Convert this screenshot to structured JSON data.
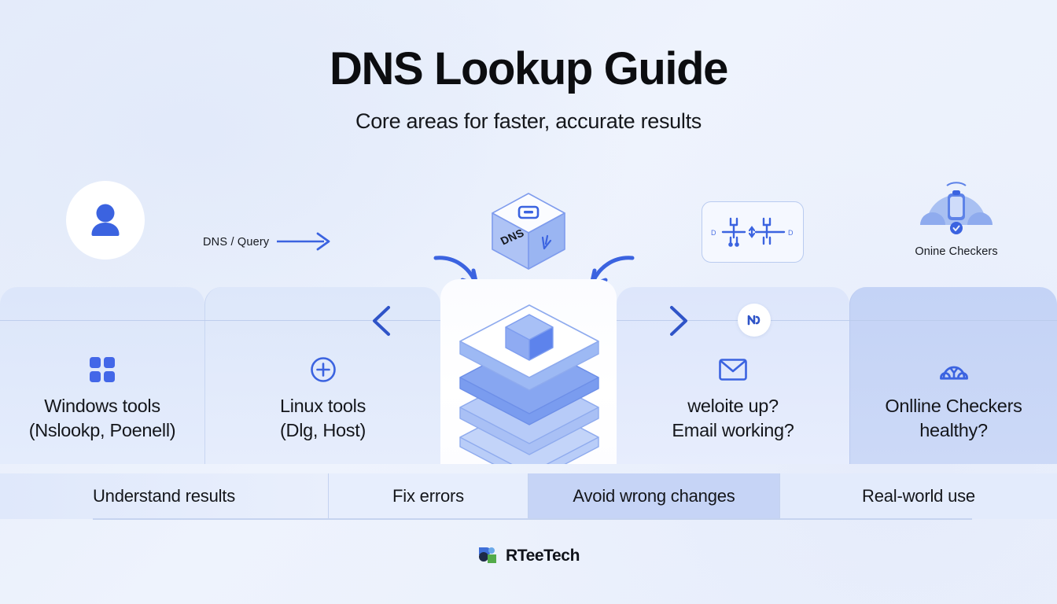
{
  "header": {
    "title": "DNS Lookup Guide",
    "subtitle": "Core areas for faster, accurate results"
  },
  "diagram": {
    "query_label": "DNS / Query",
    "cube_label": "DNS",
    "checkers_label": "Onine Checkers"
  },
  "panels": [
    {
      "icon": "grid-squares-icon",
      "line1": "Windows tools",
      "line2": "(Nslookp, Poenell)"
    },
    {
      "icon": "plus-circle-icon",
      "line1": "Linux tools",
      "line2": "(Dlg, Host)"
    },
    {
      "icon": "envelope-icon",
      "line1": "weloite up?",
      "line2": "Email working?"
    },
    {
      "icon": "dome-check-icon",
      "line1": "Onlline Checkers",
      "line2": "healthy?"
    }
  ],
  "tags": [
    {
      "label": "Understand results"
    },
    {
      "label": "Fix errors"
    },
    {
      "label": "Avoid wrong changes"
    },
    {
      "label": "Real-world use"
    }
  ],
  "footer": {
    "brand": "RTeeTech"
  },
  "colors": {
    "accent_blue": "#3b63e0",
    "icon_blue": "#4367e8",
    "panel_light": "#e4ecfc",
    "panel_dark": "#c4d3f6",
    "text_dark": "#14161b"
  }
}
